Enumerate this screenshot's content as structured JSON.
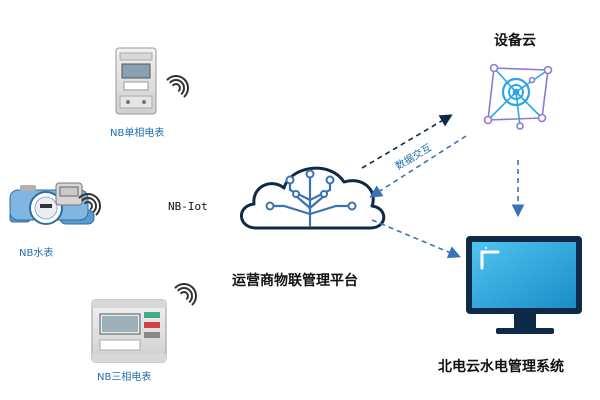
{
  "devices": {
    "single_phase_meter": "NB单相电表",
    "water_meter": "NB水表",
    "three_phase_meter": "NB三相电表"
  },
  "network_label": "NB-Iot",
  "platform_label": "运营商物联管理平台",
  "device_cloud_label": "设备云",
  "data_exchange_label": "数据交互",
  "system_label": "北电云水电管理系统",
  "colors": {
    "accent_blue": "#1f6fb0",
    "light_blue": "#2aa7e8",
    "dark_navy": "#0e2a47",
    "cloud_purple": "#8c7cd0",
    "monitor_screen": "#2ba4dc"
  }
}
